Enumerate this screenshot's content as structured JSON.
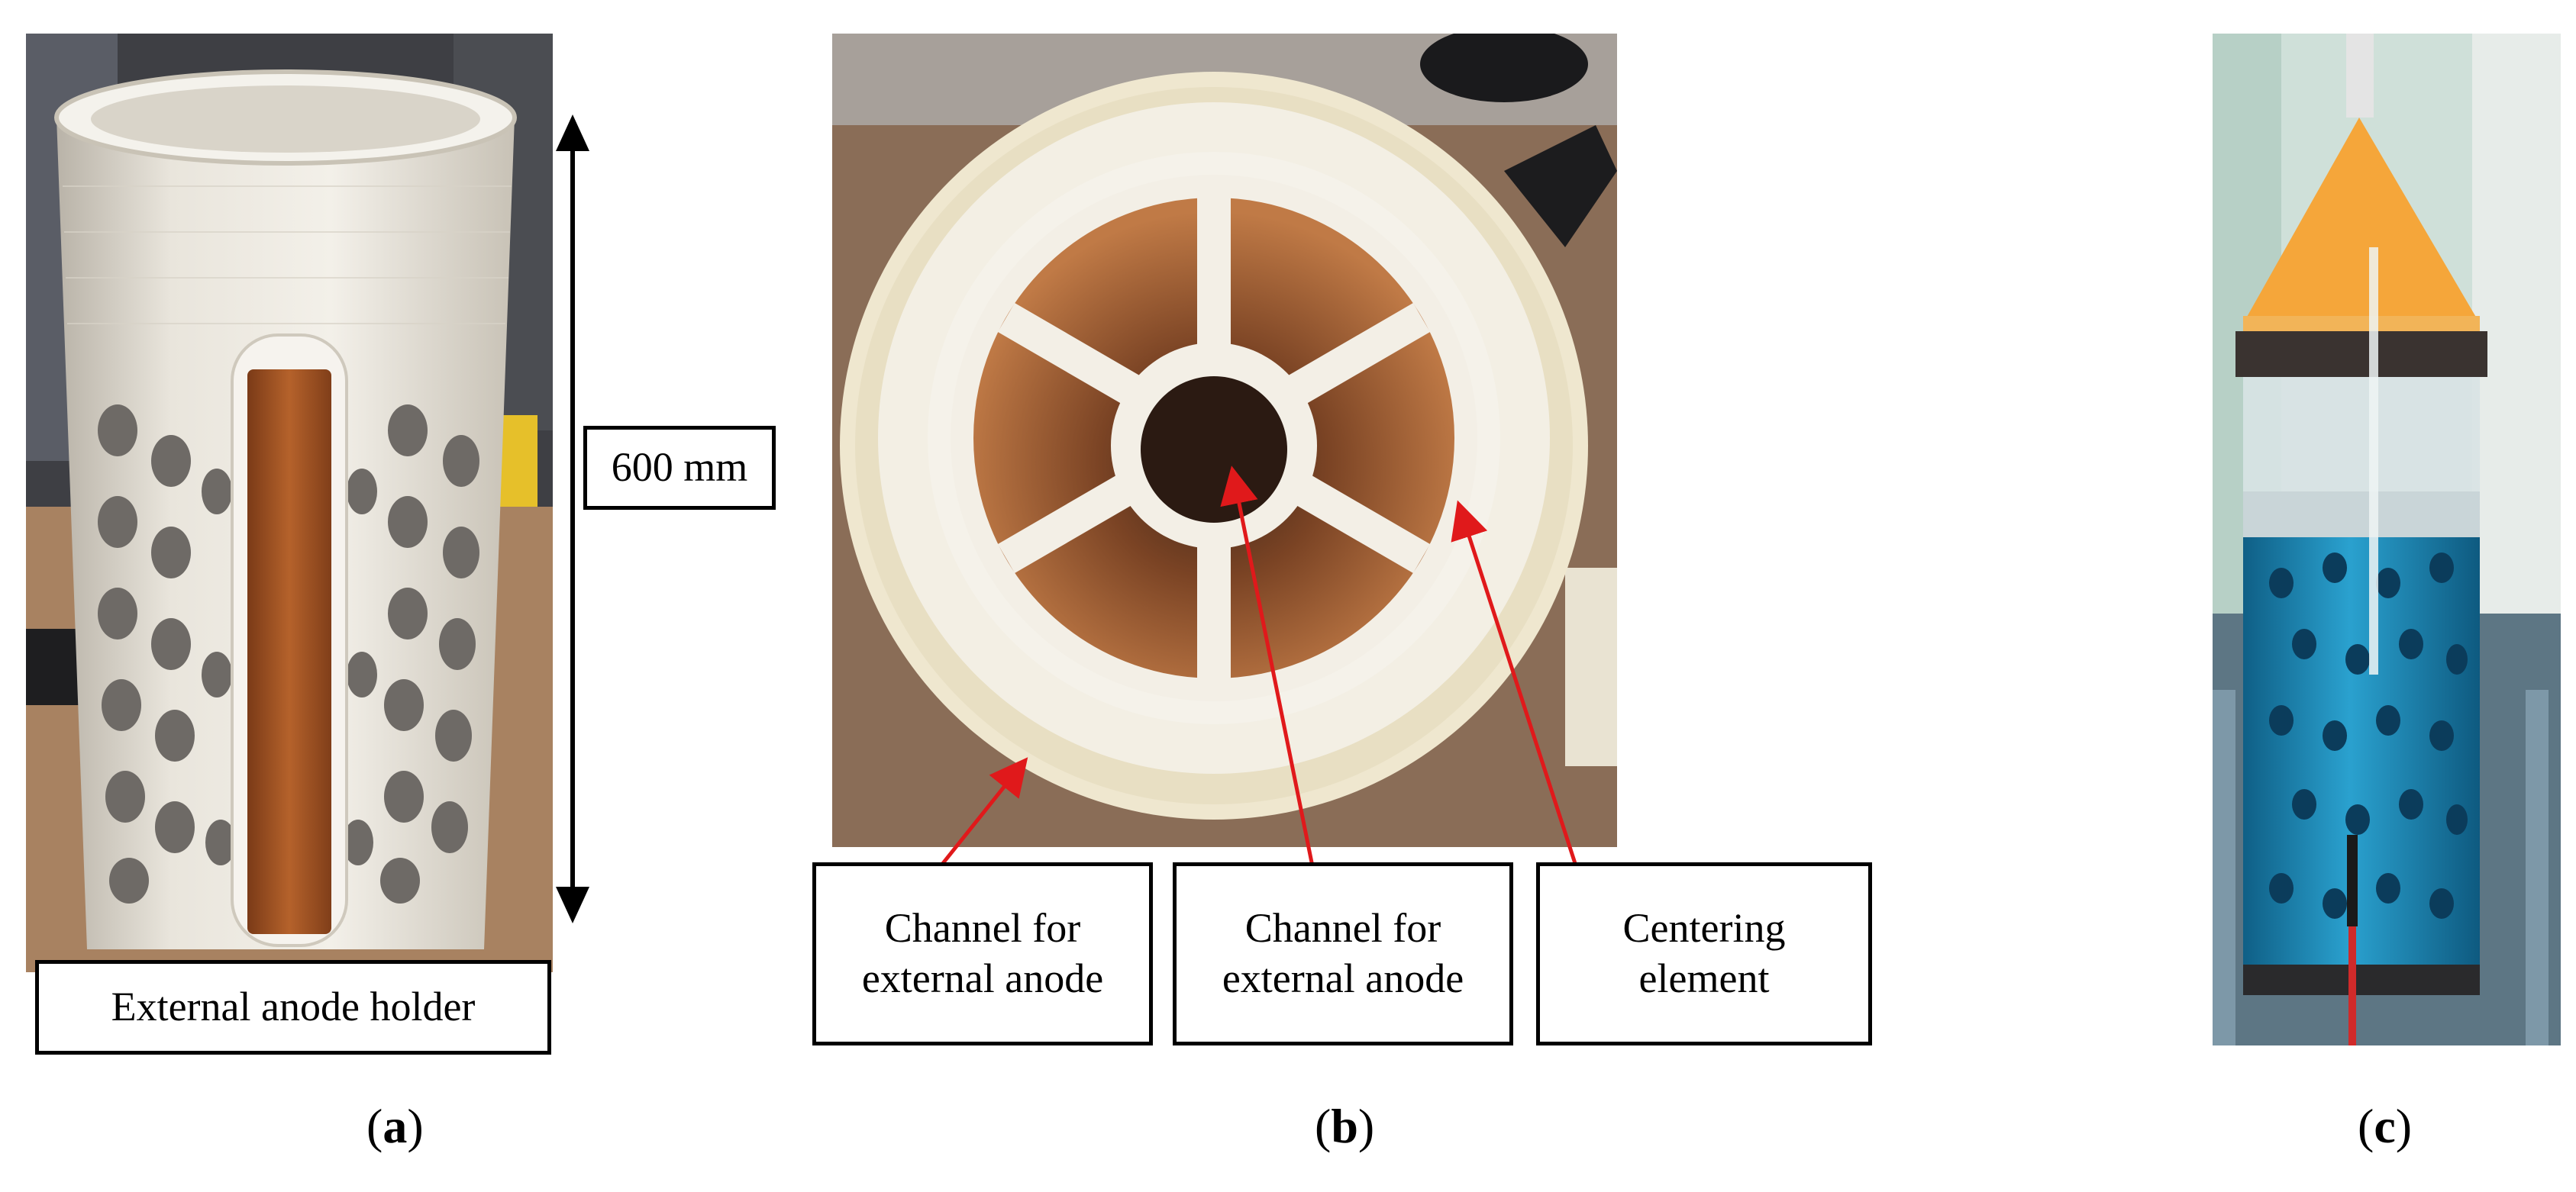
{
  "panel_a": {
    "dimension_label": "600 mm",
    "holder_label": "External anode holder",
    "caption_open": "(",
    "caption_letter": "a",
    "caption_close": ")"
  },
  "panel_b": {
    "labels": [
      {
        "line1": "Channel for",
        "line2": "external anode"
      },
      {
        "line1": "Channel for",
        "line2": "external anode"
      },
      {
        "line1": "Centering",
        "line2": "element"
      }
    ],
    "caption_open": "(",
    "caption_letter": "b",
    "caption_close": ")"
  },
  "panel_c": {
    "caption_open": "(",
    "caption_letter": "c",
    "caption_close": ")"
  },
  "colors": {
    "arrow_red": "#e0191b",
    "copper": "#b5622b",
    "electrolyte_blue": "#1e8fc0",
    "funnel_orange": "#f5a63a",
    "print_white": "#ece8df"
  }
}
